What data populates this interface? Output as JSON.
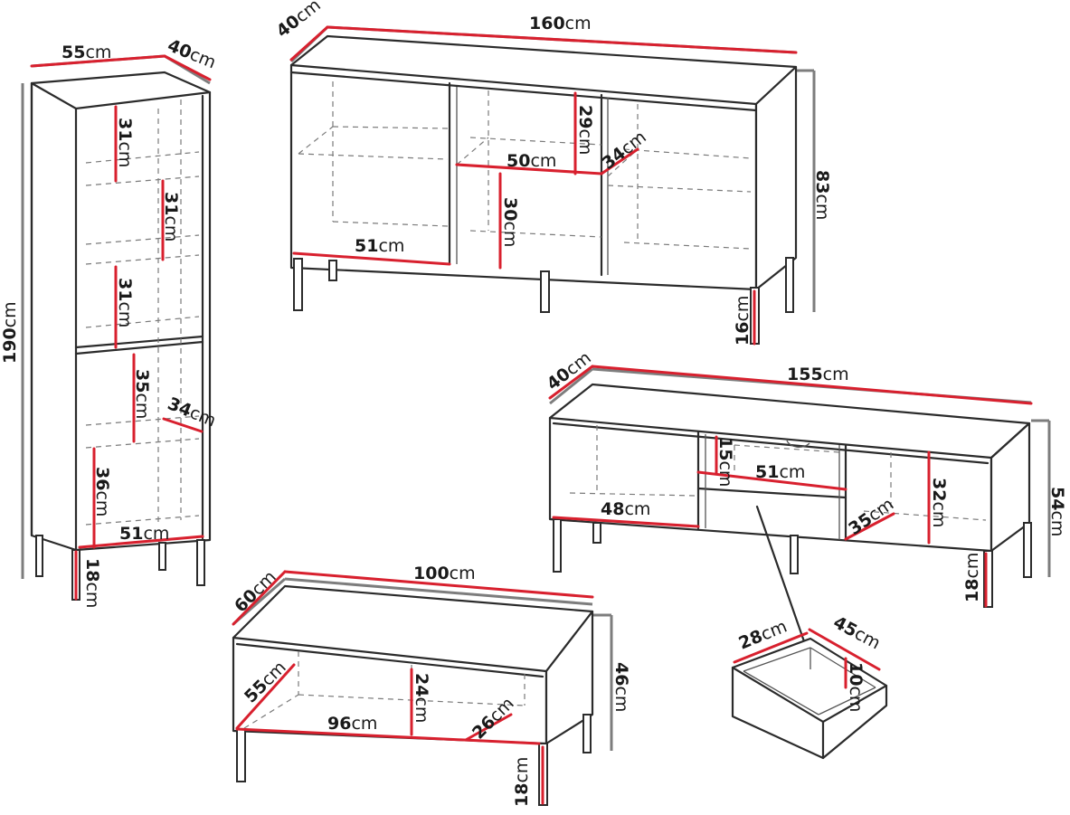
{
  "accent_color": "#d8202e",
  "unit": "cm",
  "bookcase": {
    "width": "55",
    "depth": "40",
    "height": "190",
    "leg_height": "18",
    "shelf_heights": [
      "31",
      "31",
      "31",
      "35",
      "36"
    ],
    "shelf_depth": "34",
    "inner_width": "51"
  },
  "sideboard": {
    "width": "160",
    "depth": "40",
    "height": "83",
    "leg_height": "16",
    "compartment_width": "51",
    "shelf_width": "50",
    "upper_height": "29",
    "lower_height": "30",
    "shelf_depth": "34"
  },
  "tv_stand": {
    "width": "155",
    "depth": "40",
    "height": "54",
    "leg_height": "18",
    "compartment_width": "48",
    "drawer_height": "15",
    "drawer_width": "51",
    "compartment_height": "32",
    "shelf_depth": "35"
  },
  "drawer": {
    "depth": "28",
    "width": "45",
    "height": "10"
  },
  "coffee_table": {
    "width": "100",
    "depth": "60",
    "height": "46",
    "leg_height": "18",
    "inner_width": "96",
    "inner_depth": "55",
    "inner_height": "24",
    "side_depth": "26"
  }
}
